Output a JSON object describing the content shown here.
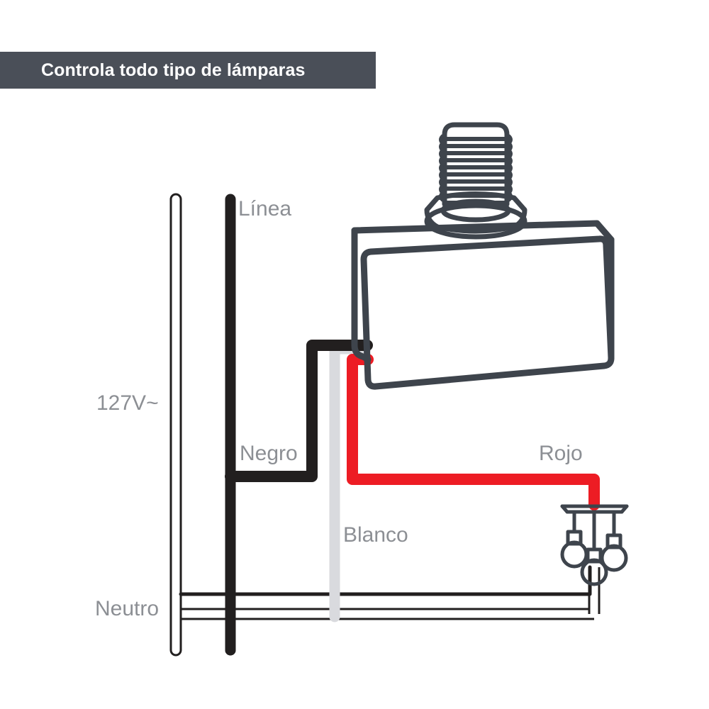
{
  "banner": {
    "title": "Controla todo tipo de lámparas",
    "background_color": "#4a4f58",
    "text_color": "#ffffff"
  },
  "labels": {
    "linea": "Línea",
    "voltage": "127V~",
    "negro": "Negro",
    "rojo": "Rojo",
    "blanco": "Blanco",
    "neutro": "Neutro"
  },
  "colors": {
    "outline": "#3e444c",
    "wire_black": "#221f1f",
    "wire_white": "#d9dade",
    "wire_red": "#ed1c24",
    "label_gray": "#8c8f94",
    "background": "#ffffff"
  },
  "diagram": {
    "kind": "wiring-diagram",
    "device": "smart-lamp-controller-with-e26-screw-base",
    "load": "pendant-light-fixture-three-bulbs",
    "supply_voltage": "127V~",
    "wires": [
      {
        "name": "Línea",
        "color": "#221f1f",
        "role": "line-hot"
      },
      {
        "name": "Negro",
        "color": "#221f1f",
        "role": "device-line-in"
      },
      {
        "name": "Blanco",
        "color": "#d9dade",
        "role": "device-neutral"
      },
      {
        "name": "Rojo",
        "color": "#ed1c24",
        "role": "switched-load-out"
      },
      {
        "name": "Neutro",
        "color": "#ffffff",
        "role": "neutral-bus"
      }
    ]
  }
}
